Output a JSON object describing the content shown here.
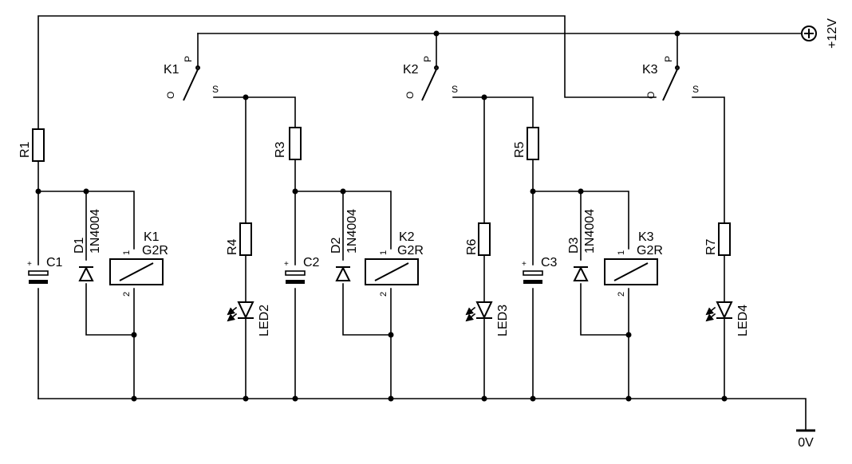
{
  "supply": {
    "positive_label": "+12V",
    "ground_label": "0V"
  },
  "relays": [
    {
      "ref": "K1",
      "type": "G2R",
      "pin1": "1",
      "pin2": "2",
      "pole": "P",
      "open": "O",
      "switched": "S"
    },
    {
      "ref": "K2",
      "type": "G2R",
      "pin1": "1",
      "pin2": "2",
      "pole": "P",
      "open": "O",
      "switched": "S"
    },
    {
      "ref": "K3",
      "type": "G2R",
      "pin1": "1",
      "pin2": "2",
      "pole": "P",
      "open": "O",
      "switched": "S"
    }
  ],
  "timing_resistors": [
    "R1",
    "R3",
    "R5"
  ],
  "led_resistors": [
    "R4",
    "R6",
    "R7"
  ],
  "capacitors": [
    {
      "ref": "C1",
      "polarity": "+"
    },
    {
      "ref": "C2",
      "polarity": "+"
    },
    {
      "ref": "C3",
      "polarity": "+"
    }
  ],
  "diodes": [
    {
      "ref": "D1",
      "type": "1N4004"
    },
    {
      "ref": "D2",
      "type": "1N4004"
    },
    {
      "ref": "D3",
      "type": "1N4004"
    }
  ],
  "leds": [
    "LED2",
    "LED3",
    "LED4"
  ]
}
